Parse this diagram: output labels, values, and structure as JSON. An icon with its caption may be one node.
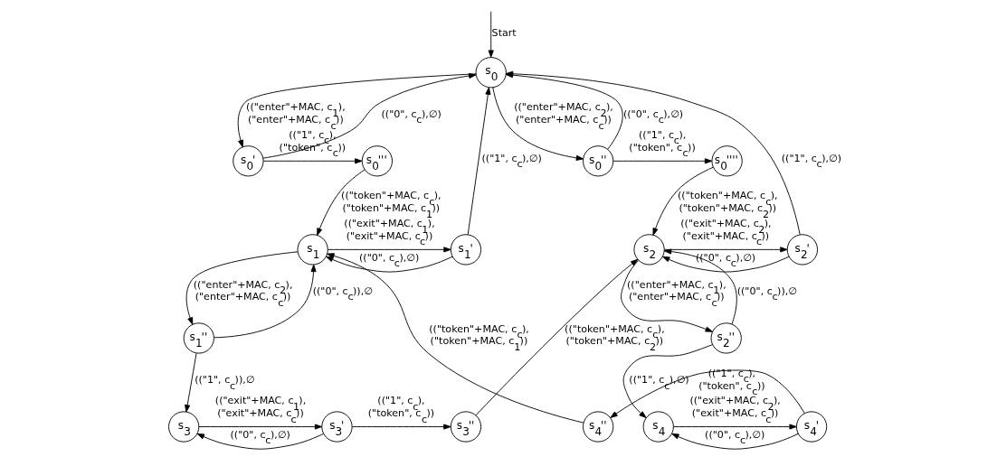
{
  "diagram": {
    "nodes": [
      {
        "text": [
          "s$_{0}$"
        ]
      },
      {
        "text": [
          "s$_{0}$'"
        ]
      },
      {
        "text": [
          "s$_{0}$'''"
        ]
      },
      {
        "text": [
          "s$_{0}$''"
        ]
      },
      {
        "text": [
          "s$_{0}$''''"
        ]
      },
      {
        "text": [
          "s$_{1}$"
        ]
      },
      {
        "text": [
          "s$_{1}$'"
        ]
      },
      {
        "text": [
          "s$_{2}$'"
        ]
      },
      {
        "text": [
          "s$_{2}$"
        ]
      },
      {
        "text": [
          "s$_{1}$''"
        ]
      },
      {
        "text": [
          "s$_{2}$''"
        ]
      },
      {
        "text": [
          "s$_{3}$"
        ]
      },
      {
        "text": [
          "s$_{3}$'"
        ]
      },
      {
        "text": [
          "s$_{3}$''"
        ]
      },
      {
        "text": [
          "s$_{4}$''"
        ]
      },
      {
        "text": [
          "s$_{4}$'"
        ]
      },
      {
        "text": [
          "s$_{4}$"
        ]
      }
    ],
    "edges": [
      {
        "from": null,
        "to": 0,
        "arrow": "to",
        "label": "Start"
      },
      {
        "from": 0,
        "to": 1,
        "arrow": "to",
        "label": "((\"enter\"+MAC, c$_{1}$), (\"enter\"+MAC, c$_{c}$))"
      },
      {
        "from": 1,
        "to": 0,
        "arrow": "to",
        "label": "((\"0\", c$_{c}$),∅)"
      },
      {
        "from": 1,
        "to": 2,
        "arrow": "to",
        "label": "((\"1\", c$_{c}$), (\"token\", c$_{c}$))"
      },
      {
        "from": 2,
        "to": 5,
        "arrow": "to",
        "label": "((\"token\"+MAC, c$_{c}$), (\"token\"+MAC, c$_{1}$))"
      },
      {
        "from": 0,
        "to": 3,
        "arrow": "to",
        "label": "((\"enter\"+MAC, c$_{2}$), (\"enter\"+MAC, c$_{c}$))"
      },
      {
        "from": 3,
        "to": 0,
        "arrow": "to",
        "label": "((\"0\", c$_{c}$),∅)"
      },
      {
        "from": 3,
        "to": 4,
        "arrow": "to",
        "label": "((\"1\", c$_{c}$), (\"token\", c$_{c}$))"
      },
      {
        "from": 4,
        "to": 8,
        "arrow": "to",
        "label": "((\"token\"+MAC, c$_{c}$), (\"token\"+MAC, c$_{2}$))"
      },
      {
        "from": 6,
        "to": 0,
        "arrow": "to",
        "label": "((\"1\", c$_{c}$),∅)"
      },
      {
        "from": 6,
        "to": 5,
        "arrow": "to",
        "label": "((\"0\", c$_{c}$),∅)"
      },
      {
        "from": 5,
        "to": 6,
        "arrow": "to",
        "label": "((\"exit\"+MAC, c$_{1}$), (\"exit\"+MAC, c$_{c}$))"
      },
      {
        "from": 7,
        "to": 0,
        "arrow": "to",
        "label": "((\"1\", c$_{c}$),∅)"
      },
      {
        "from": 7,
        "to": 8,
        "arrow": "to",
        "label": "((\"0\", c$_{c}$),∅)"
      },
      {
        "from": 8,
        "to": 7,
        "arrow": "to",
        "label": "((\"exit\"+MAC, c$_{2}$), (\"exit\"+MAC, c$_{c}$))"
      },
      {
        "from": 9,
        "to": 5,
        "arrow": "to",
        "label": "((\"0\", c$_{c}$)),∅"
      },
      {
        "from": 5,
        "to": 9,
        "arrow": "to",
        "label": "((\"enter\"+MAC, c$_{2}$), (\"enter\"+MAC, c$_{c}$))"
      },
      {
        "from": 14,
        "to": 5,
        "arrow": "to",
        "label": "((\"token\"+MAC, c$_{c}$), (\"token\"+MAC, c$_{1}$))"
      },
      {
        "from": 13,
        "to": 8,
        "arrow": "to",
        "label": "((\"token\"+MAC, c$_{c}$), (\"token\"+MAC, c$_{2}$))"
      },
      {
        "from": 8,
        "to": 10,
        "arrow": "to",
        "label": "((\"enter\"+MAC, c$_{1}$), (\"enter\"+MAC, c$_{c}$))"
      },
      {
        "from": 10,
        "to": 8,
        "arrow": "to",
        "label": "((\"0\", c$_{c}$)),∅"
      },
      {
        "from": 9,
        "to": 11,
        "arrow": "to",
        "label": "((\"1\", c$_{c}$)),∅"
      },
      {
        "from": 10,
        "to": 16,
        "arrow": "to",
        "label": "((\"1\", c$_{c}$),∅)"
      },
      {
        "from": 12,
        "to": 11,
        "arrow": "to",
        "label": "((\"0\", c$_{c}$),∅)"
      },
      {
        "from": 11,
        "to": 12,
        "arrow": "to",
        "label": "((\"exit\"+MAC, c$_{1}$), (\"exit\"+MAC, c$_{c}$))"
      },
      {
        "from": 12,
        "to": 13,
        "arrow": "to",
        "label": "((\"1\", c$_{c}$), (\"token\", c$_{c}$))"
      },
      {
        "from": 15,
        "to": 14,
        "arrow": "to",
        "label": "((\"1\", c$_{c}$), (\"token\", c$_{c}$))"
      },
      {
        "from": 15,
        "to": 16,
        "arrow": "to",
        "label": "((\"0\", c$_{c}$),∅)"
      },
      {
        "from": 16,
        "to": 15,
        "arrow": "to",
        "label": "((\"exit\"+MAC, c$_{2}$), (\"exit\"+MAC, c$_{c}$))"
      }
    ]
  }
}
